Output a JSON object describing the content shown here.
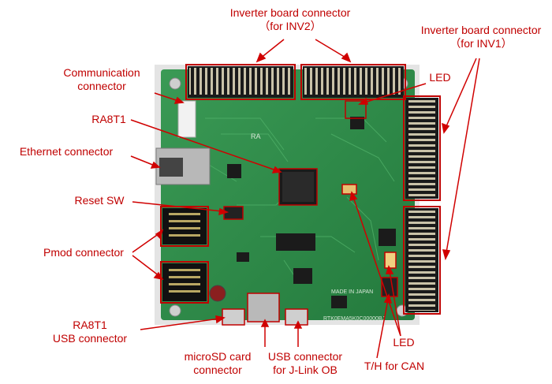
{
  "labels": {
    "inv2": {
      "line1": "Inverter board connector",
      "line2": "（for INV2）"
    },
    "inv1": {
      "line1": "Inverter board connector",
      "line2": "（for INV1）"
    },
    "comm": {
      "line1": "Communication",
      "line2": "connector"
    },
    "led_top": "LED",
    "ra8t1": "RA8T1",
    "ethernet": "Ethernet connector",
    "reset": "Reset SW",
    "pmod": "Pmod connector",
    "ra8t1_usb": {
      "line1": "RA8T1",
      "line2": "USB connector"
    },
    "microsd": {
      "line1": "microSD card",
      "line2": "connector"
    },
    "usb_jlink": {
      "line1": "USB connector",
      "line2": "for J-Link OB"
    },
    "led_bottom": "LED",
    "th_can": "T/H for CAN"
  },
  "board": {
    "silk_brand": "RA",
    "silk_made_in": "MADE IN JAPAN",
    "silk_part_number": "RTK0EMA5K0C00000BJ"
  },
  "colors": {
    "pcb": "#2f8a4a",
    "pcb_dark": "#1f5e30",
    "annotation": "#d00000"
  }
}
